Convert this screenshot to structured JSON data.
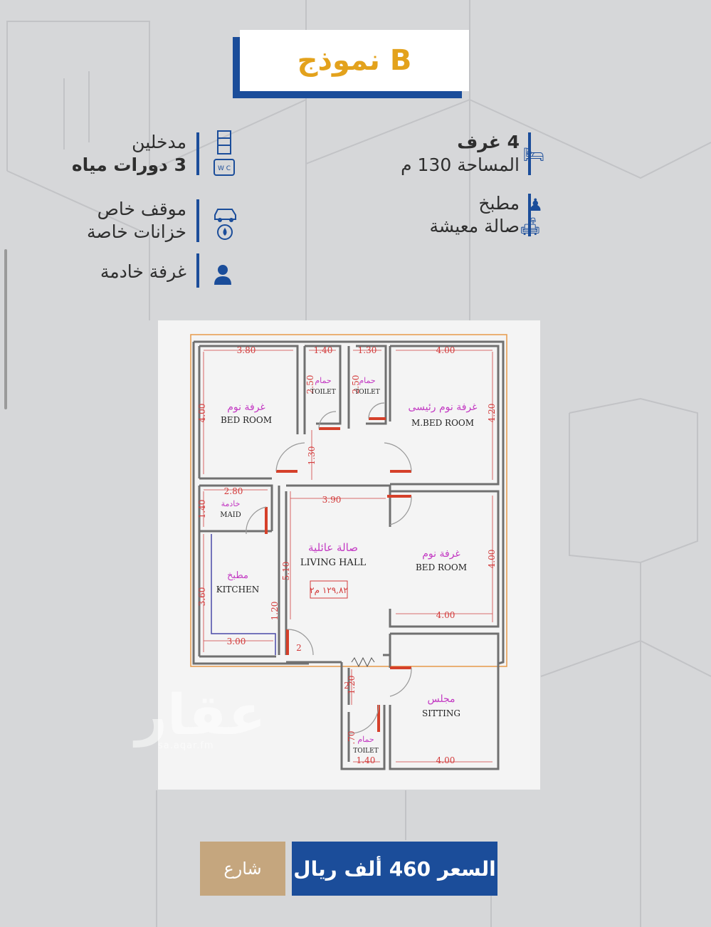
{
  "title": "نموذج B",
  "features_right": [
    {
      "line1": "4 غرف",
      "line2": "المساحة 130 م",
      "icon": "bed-icon"
    },
    {
      "line1": "مطبخ",
      "line2": "صالة معيشة",
      "icon": "chef-sofa-icon"
    }
  ],
  "features_left": [
    {
      "line1": "مدخلين",
      "line2": "3 دورات مياه",
      "icon": "door-wc-icon"
    },
    {
      "line1": "موقف خاص",
      "line2": "خزانات خاصة",
      "icon": "car-tank-icon"
    },
    {
      "line1": "غرفة خادمة",
      "line2": "",
      "icon": "person-icon"
    }
  ],
  "plan": {
    "rooms": [
      {
        "ar": "غرفة نوم",
        "en": "BED ROOM"
      },
      {
        "ar": "حمام",
        "en": "TOILET"
      },
      {
        "ar": "حمام",
        "en": "TOILET"
      },
      {
        "ar": "غرفة نوم رئيسى",
        "en": "M.BED ROOM"
      },
      {
        "ar": "خادمة",
        "en": "MAID"
      },
      {
        "ar": "مطبخ",
        "en": "KITCHEN"
      },
      {
        "ar": "صالة عائلية",
        "en": "LIVING HALL"
      },
      {
        "ar": "غرفة نوم",
        "en": "BED ROOM"
      },
      {
        "ar": "مجلس",
        "en": "SITTING"
      },
      {
        "ar": "حمام",
        "en": "TOILET"
      }
    ],
    "area_note": "١٢٩,٨٢ م٢",
    "dims": [
      "3.80",
      "1.40",
      "1.30",
      "4.00",
      "4.00",
      "2.50",
      "2.50",
      "4.20",
      "1.30",
      "2.80",
      "1.40",
      "3.90",
      "5.10",
      "4.00",
      "3.60",
      "1.20",
      "3.00",
      "4.00",
      "1.20",
      ".70",
      "1.40",
      "4.00",
      "2",
      "2"
    ]
  },
  "watermark": {
    "text": "عقار",
    "sub": "sa.aqar.fm"
  },
  "buttons": {
    "street": "شارع",
    "price": "السعر 460 ألف ريال"
  }
}
